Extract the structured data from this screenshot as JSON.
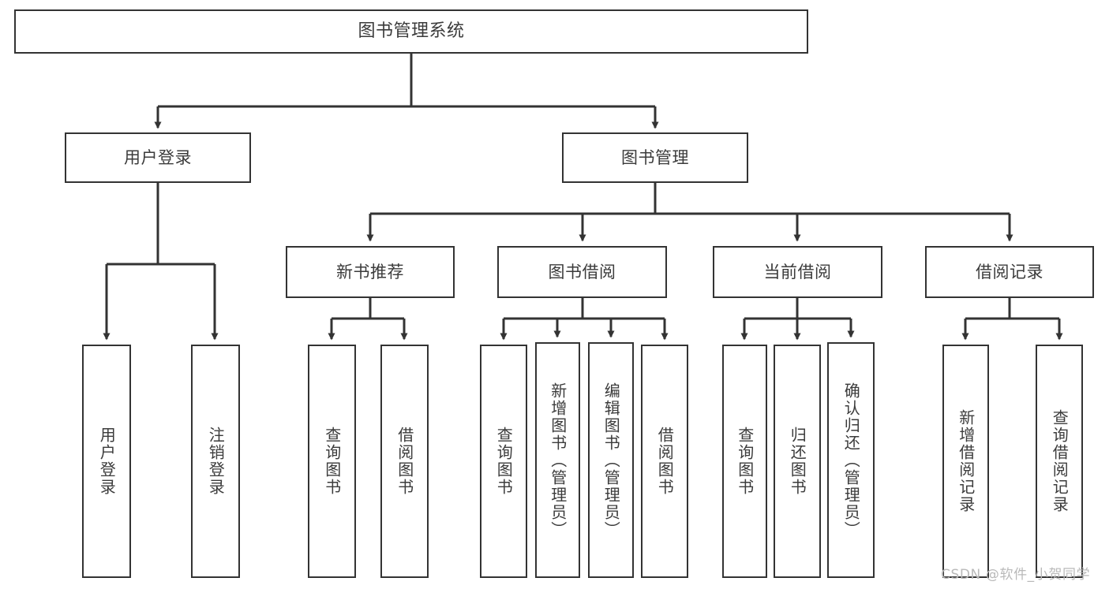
{
  "diagram": {
    "title": "图书管理系统",
    "type": "tree-hierarchy-chart",
    "colors": {
      "box_stroke": "#333333",
      "box_fill": "#ffffff",
      "text": "#3b3b3b",
      "edge": "#333333",
      "watermark": "#b9b9b9",
      "background": "#ffffff"
    },
    "watermark": "CSDN @软件_小贺同学",
    "nodes": {
      "root": {
        "label": "图书管理系统",
        "level": 0
      },
      "user_login": {
        "label": "用户登录",
        "level": 1
      },
      "book_manage": {
        "label": "图书管理",
        "level": 1
      },
      "new_book_rec": {
        "label": "新书推荐",
        "level": 2
      },
      "book_borrow": {
        "label": "图书借阅",
        "level": 2
      },
      "current_borrow": {
        "label": "当前借阅",
        "level": 2
      },
      "borrow_record": {
        "label": "借阅记录",
        "level": 2
      },
      "leaf_user_login": {
        "label": "用户登录",
        "level": 2
      },
      "leaf_logout": {
        "label": "注销登录",
        "level": 2
      },
      "leaf_query_book_1": {
        "label": "查询图书",
        "level": 3
      },
      "leaf_borrow_book_1": {
        "label": "借阅图书",
        "level": 3
      },
      "leaf_query_book_2": {
        "label": "查询图书",
        "level": 3
      },
      "leaf_add_book": {
        "label": "新增图书（管理员）",
        "level": 3
      },
      "leaf_edit_book": {
        "label": "编辑图书（管理员）",
        "level": 3
      },
      "leaf_borrow_book_2": {
        "label": "借阅图书",
        "level": 3
      },
      "leaf_query_book_3": {
        "label": "查询图书",
        "level": 3
      },
      "leaf_return_book": {
        "label": "归还图书",
        "level": 3
      },
      "leaf_confirm_return": {
        "label": "确认归还（管理员）",
        "level": 3
      },
      "leaf_add_record": {
        "label": "新增借阅记录",
        "level": 3
      },
      "leaf_query_record": {
        "label": "查询借阅记录",
        "level": 3
      }
    },
    "edges": [
      {
        "from": "root",
        "to": "user_login"
      },
      {
        "from": "root",
        "to": "book_manage"
      },
      {
        "from": "user_login",
        "to": "leaf_user_login"
      },
      {
        "from": "user_login",
        "to": "leaf_logout"
      },
      {
        "from": "book_manage",
        "to": "new_book_rec"
      },
      {
        "from": "book_manage",
        "to": "book_borrow"
      },
      {
        "from": "book_manage",
        "to": "current_borrow"
      },
      {
        "from": "book_manage",
        "to": "borrow_record"
      },
      {
        "from": "new_book_rec",
        "to": "leaf_query_book_1"
      },
      {
        "from": "new_book_rec",
        "to": "leaf_borrow_book_1"
      },
      {
        "from": "book_borrow",
        "to": "leaf_query_book_2"
      },
      {
        "from": "book_borrow",
        "to": "leaf_add_book"
      },
      {
        "from": "book_borrow",
        "to": "leaf_edit_book"
      },
      {
        "from": "book_borrow",
        "to": "leaf_borrow_book_2"
      },
      {
        "from": "current_borrow",
        "to": "leaf_query_book_3"
      },
      {
        "from": "current_borrow",
        "to": "leaf_return_book"
      },
      {
        "from": "current_borrow",
        "to": "leaf_confirm_return"
      },
      {
        "from": "borrow_record",
        "to": "leaf_add_record"
      },
      {
        "from": "borrow_record",
        "to": "leaf_query_record"
      }
    ]
  }
}
